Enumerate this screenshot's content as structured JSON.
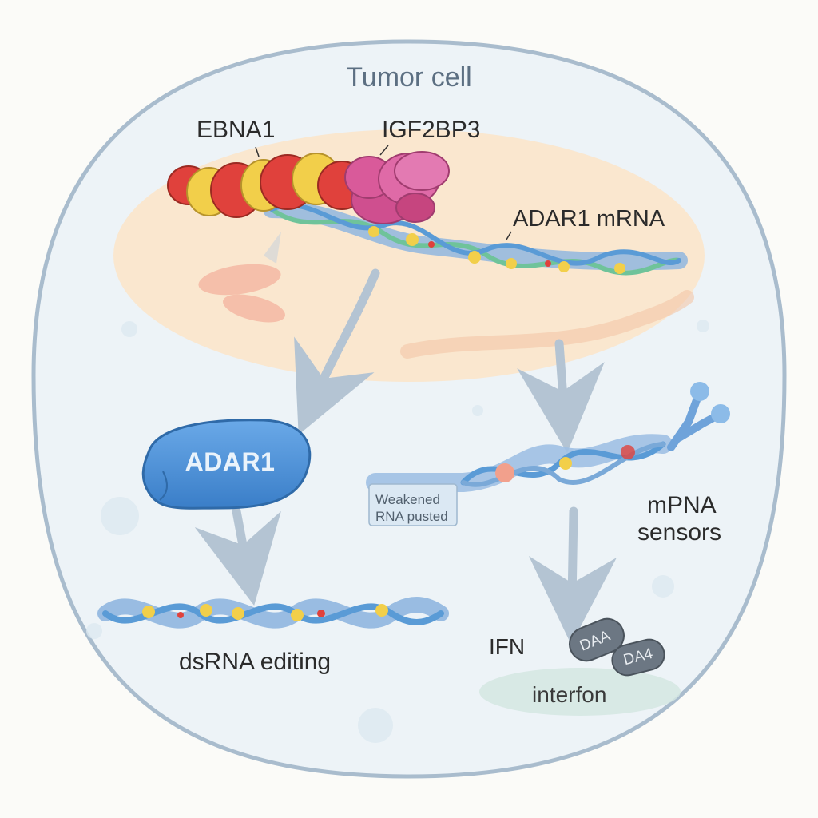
{
  "title": "Tumor cell",
  "labels": {
    "ebna1": "EBNA1",
    "igf2bp3": "IGF2BP3",
    "adar1_mrna": "ADAR1 mRNA",
    "adar1": "ADAR1",
    "weakened_line1": "Weakened",
    "weakened_line2": "RNA pusted",
    "mpna": "mPNA",
    "sensors": "sensors",
    "dsrna_editing": "dsRNA editing",
    "ifn": "IFN",
    "dna_a": "DAA",
    "dna_b": "DA4",
    "interferon": "interfon"
  },
  "colors": {
    "cell_fill": "#edf3f7",
    "cell_border": "#a9bccd",
    "nucleus_fill": "#fbe4c8",
    "protein_red": "#e0413c",
    "protein_yellow": "#f2cf4a",
    "protein_pink": "#d95a9a",
    "rna_blue": "#8fb6df",
    "adar1_blue": "#4b8fd6",
    "arrow_gray": "#b4c4d3",
    "dna_gray": "#6c7783"
  }
}
